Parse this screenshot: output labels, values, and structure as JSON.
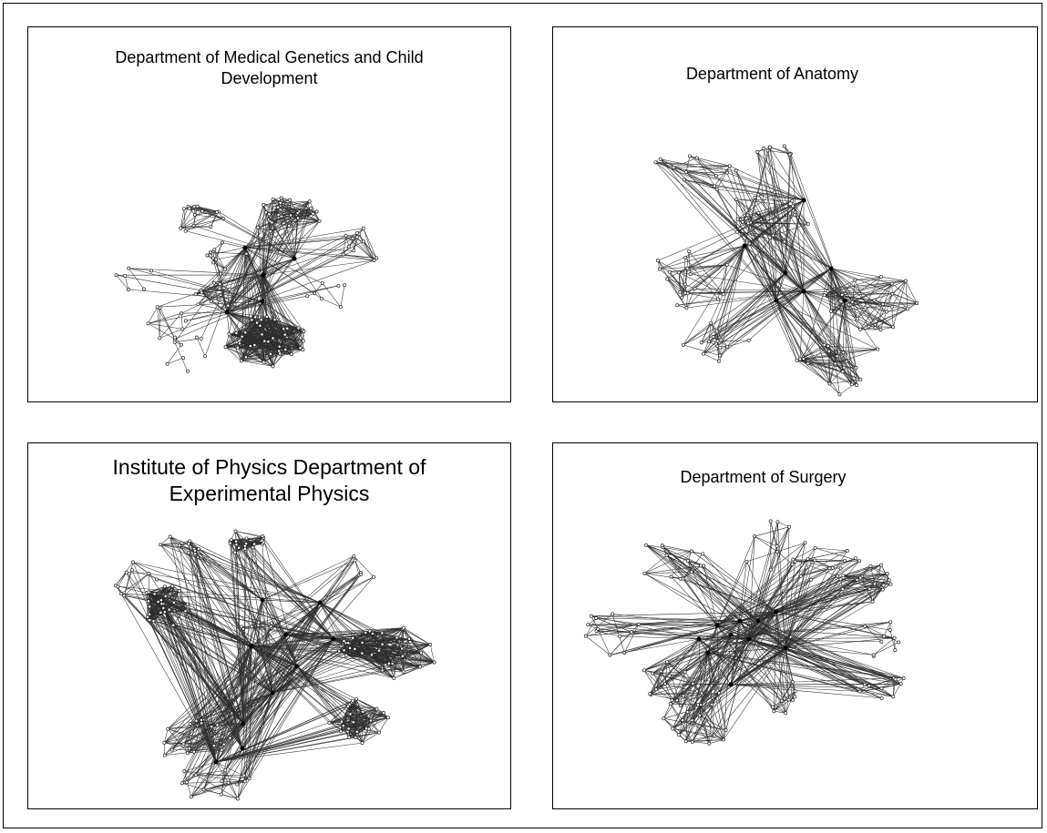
{
  "figure": {
    "panels": [
      {
        "id": "genetics",
        "title": "Department of Medical Genetics and Child Development"
      },
      {
        "id": "anatomy",
        "title": "Department of Anatomy"
      },
      {
        "id": "physics",
        "title": "Institute of Physics Department of Experimental Physics"
      },
      {
        "id": "surgery",
        "title": "Department of Surgery"
      }
    ],
    "colors": {
      "edge": "#2e2e2e",
      "node_fill": "#ffffff",
      "hub_fill": "#000000",
      "border": "#000000"
    }
  }
}
